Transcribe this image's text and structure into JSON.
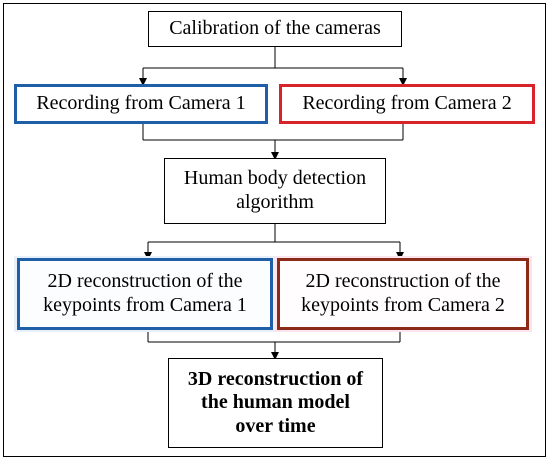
{
  "boxes": {
    "calibration": "Calibration of the cameras",
    "recording_cam1": "Recording from Camera 1",
    "recording_cam2": "Recording from Camera 2",
    "detection_line1": "Human body detection",
    "detection_line2": "algorithm",
    "recon2d_cam1_line1": "2D reconstruction of the",
    "recon2d_cam1_line2": "keypoints from Camera 1",
    "recon2d_cam2_line1": "2D reconstruction of the",
    "recon2d_cam2_line2": "keypoints from Camera 2",
    "recon3d_line1": "3D reconstruction of",
    "recon3d_line2": "the human model",
    "recon3d_line3": "over time"
  },
  "colors": {
    "camera1": "#1f5fa8",
    "camera2": "#d9232a",
    "camera2_dark": "#8b2a17"
  }
}
